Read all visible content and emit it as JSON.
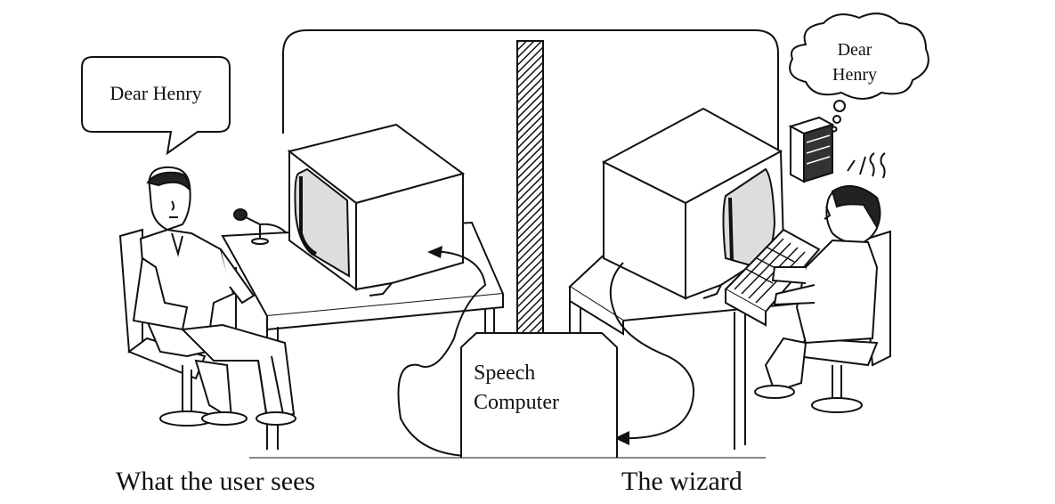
{
  "user_speech_bubble": {
    "text": "Dear Henry"
  },
  "wizard_thought_bubble": {
    "line1": "Dear",
    "line2": "Henry"
  },
  "speech_computer_box": {
    "line1": "Speech",
    "line2": "Computer"
  },
  "captions": {
    "left": "What the user sees",
    "right": "The wizard"
  },
  "colors": {
    "ink": "#111111",
    "paper": "#ffffff"
  }
}
